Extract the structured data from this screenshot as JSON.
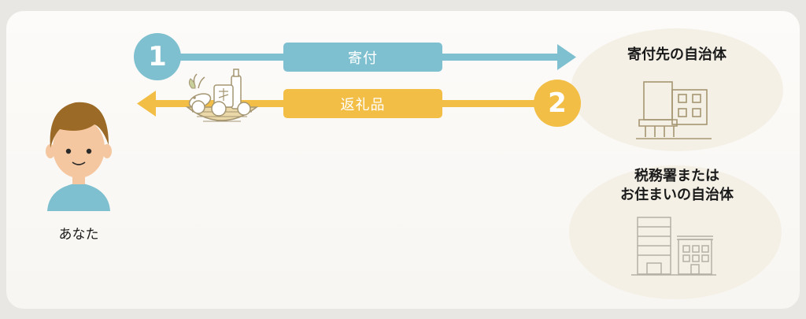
{
  "colors": {
    "blue": "#7ec0cf",
    "yellow": "#f2be45",
    "blob": "#f4f0e6",
    "building_line": "#a59672",
    "building_line_gray": "#b5b0a5"
  },
  "you": {
    "label": "あなた",
    "icon": "person-avatar"
  },
  "flow1": {
    "number": "1",
    "label": "寄付"
  },
  "flow2": {
    "number": "2",
    "label": "返礼品",
    "icon": "gift-basket"
  },
  "recipient": {
    "title": "寄付先の自治体",
    "icon": "municipal-building"
  },
  "tax_office": {
    "title_line1": "税務署または",
    "title_line2": "お住まいの自治体",
    "icon": "office-buildings"
  }
}
